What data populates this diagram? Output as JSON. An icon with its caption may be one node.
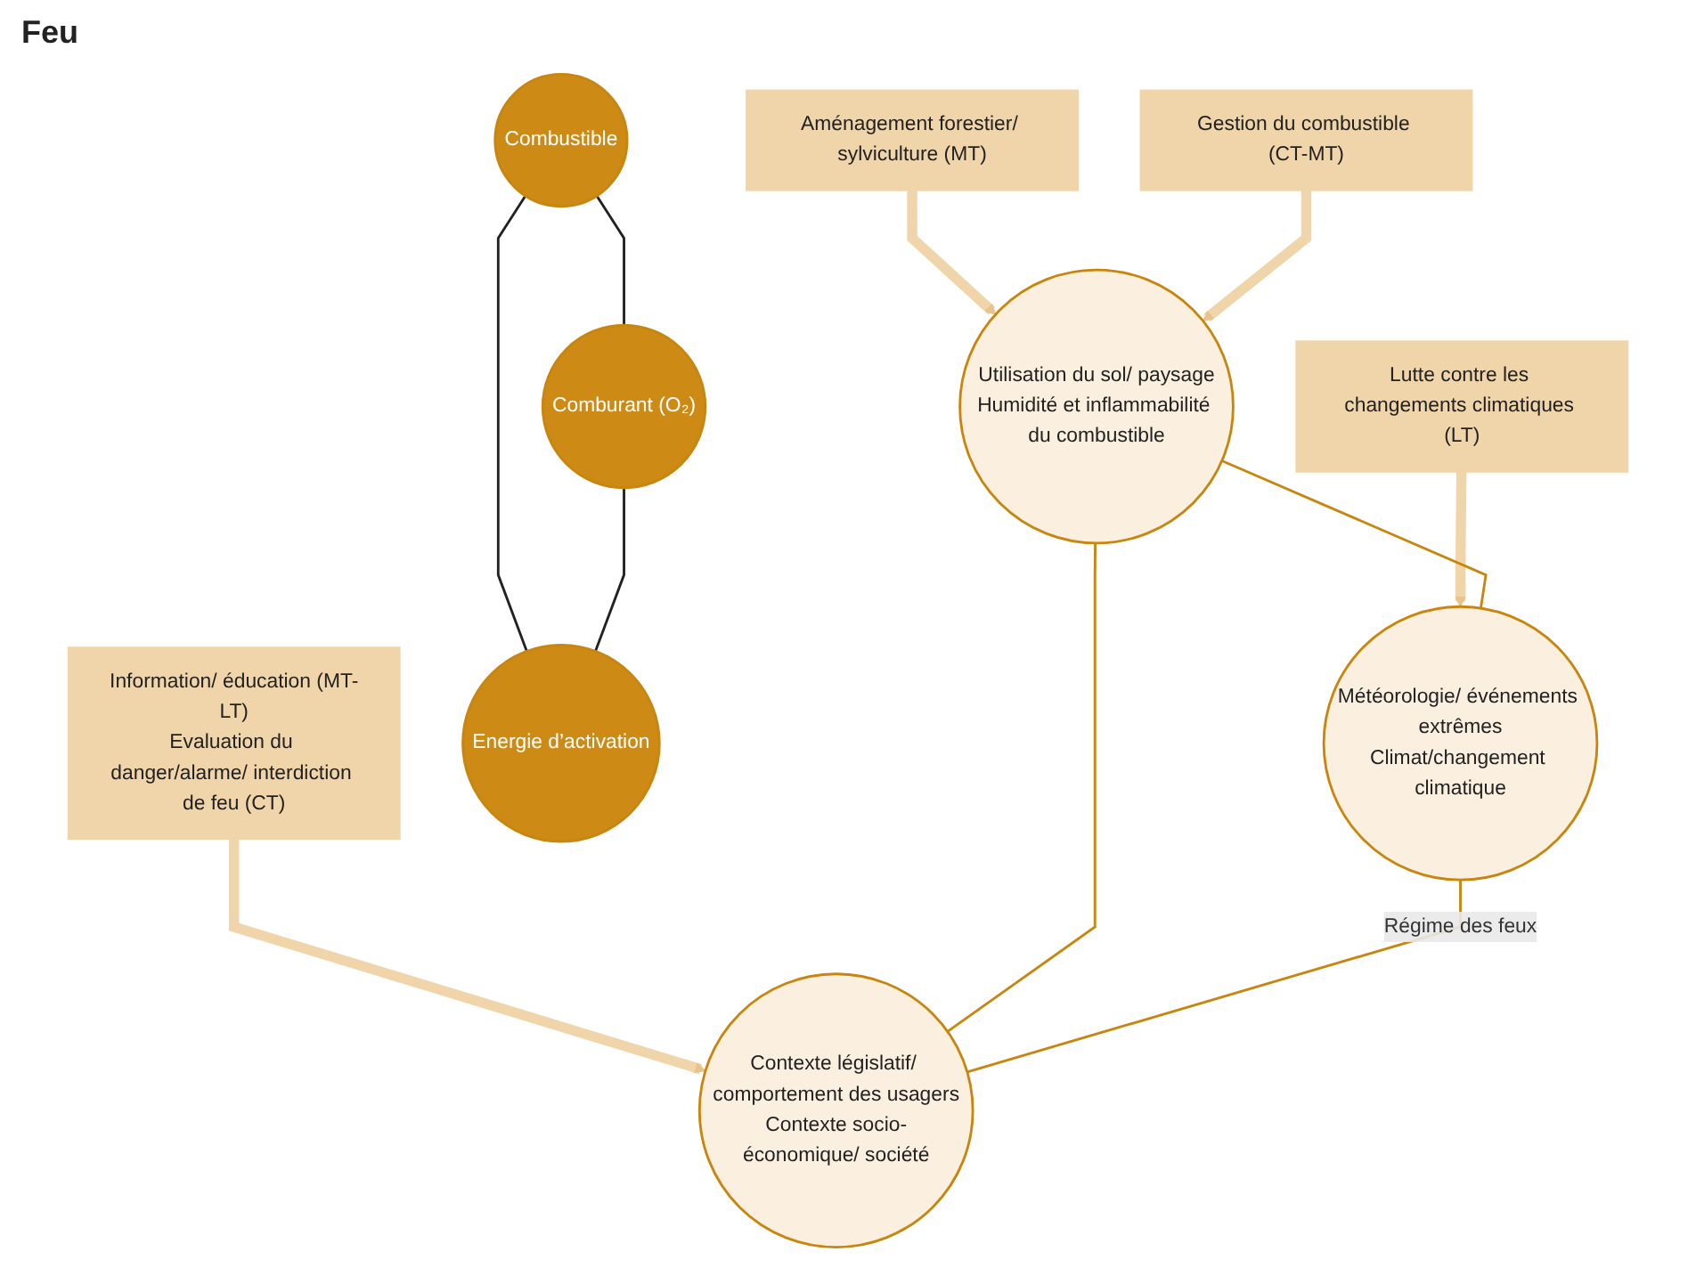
{
  "diagram": {
    "nodes": [
      {
        "text": [
          "Utilisation du sol/ paysage",
          "Humidité et inflammabilité du combustible"
        ]
      },
      {
        "text": [
          "Aménagement forestier/ sylviculture (MT)"
        ]
      },
      {
        "text": [
          "Gestion du combustible (CT-MT)"
        ]
      },
      {
        "text": [
          "Information/ éducation (MT-LT)",
          "Evaluation du danger/alarme/ interdiction de feu (CT)"
        ]
      },
      {
        "text": [
          "Lutte contre les changements climatiques (LT)"
        ]
      },
      {
        "text": [
          "Combustible"
        ]
      },
      {
        "text": [
          "Comburant (O₂)"
        ]
      },
      {
        "text": [
          "Energie d’activation"
        ]
      },
      {
        "text": [
          "Météorologie/ événements extrêmes",
          "Climat/changement climatique"
        ]
      },
      {
        "text": [
          "Contexte législatif/ comportement des usagers",
          "Contexte socio-économique/ société"
        ]
      }
    ],
    "edges": [
      {
        "from": 1,
        "to": 0,
        "arrow": "to",
        "style": "thick",
        "color": "#f0d5aa"
      },
      {
        "from": 2,
        "to": 0,
        "arrow": "to",
        "style": "thick",
        "color": "#f0d5aa"
      },
      {
        "from": 4,
        "to": 8,
        "arrow": "to",
        "style": "thick",
        "color": "#f0d5aa"
      },
      {
        "from": 3,
        "to": 9,
        "arrow": "to",
        "style": "thick",
        "color": "#f0d5aa"
      },
      {
        "from": 0,
        "to": 8,
        "arrow": "none",
        "color": "#c8860f"
      },
      {
        "from": 0,
        "to": 9,
        "arrow": "none",
        "color": "#c8860f"
      },
      {
        "from": 8,
        "to": 9,
        "arrow": "none",
        "label": "Régime des feux",
        "color": "#c8860f"
      },
      {
        "from": 5,
        "to": 6,
        "arrow": "none",
        "color": "#222222"
      },
      {
        "from": 5,
        "to": 7,
        "arrow": "none",
        "color": "#222222"
      },
      {
        "from": 6,
        "to": 7,
        "arrow": "none",
        "color": "#222222"
      }
    ],
    "labels": [
      "Feu"
    ]
  }
}
